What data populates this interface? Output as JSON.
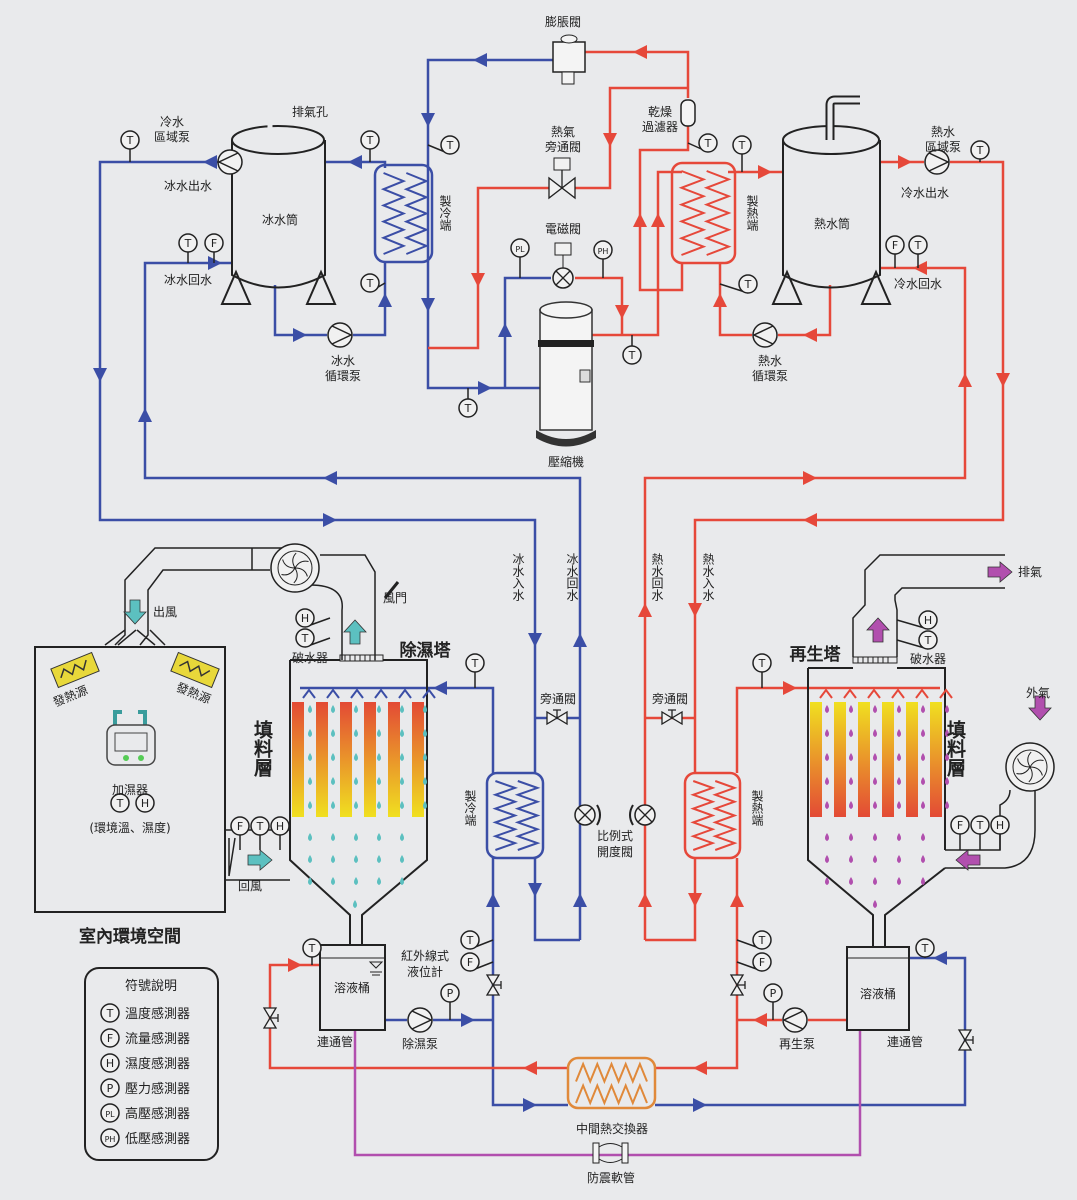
{
  "colors": {
    "chilled": "#3b4ea6",
    "hot": "#e6483a",
    "link": "#b14fae",
    "intermediate": "#e0893a",
    "cyan": "#5cc0c0",
    "magenta": "#b14fae",
    "heater": "#e8d83a",
    "background": "#e9eaec"
  },
  "symbols": {
    "T": "T",
    "F": "F",
    "H": "H",
    "P": "P",
    "PL": "PL",
    "PH": "PH"
  },
  "labels": {
    "expansion_valve": "膨脹閥",
    "vent": "排氣孔",
    "cold_tank": "冰水筒",
    "hot_tank": "熱水筒",
    "cold_zone_pump_1": "冷水",
    "cold_zone_pump_2": "區域泵",
    "chilled_out": "冰水出水",
    "chilled_return": "冰水回水",
    "cold_end": "製冷端",
    "chilled_circ_pump_1": "冰水",
    "chilled_circ_pump_2": "循環泵",
    "hot_gas_bypass_1": "熱氣",
    "hot_gas_bypass_2": "旁通閥",
    "solenoid_valve": "電磁閥",
    "dryer_1": "乾燥",
    "dryer_2": "過濾器",
    "hot_end": "製熱端",
    "hot_zone_pump_1": "熱水",
    "hot_zone_pump_2": "區域泵",
    "cool_out": "冷水出水",
    "cool_return": "冷水回水",
    "hot_circ_pump_1": "熱水",
    "hot_circ_pump_2": "循環泵",
    "compressor": "壓縮機",
    "chilled_in_v": "冰水入水",
    "chilled_return_v": "冰水回水",
    "hot_return_v": "熱水回水",
    "hot_in_v": "熱水入水",
    "air_out": "出風",
    "damper": "風門",
    "demister_left": "破水器",
    "dehumid_tower": "除濕塔",
    "heat_source_1": "發熱源",
    "heat_source_2": "發熱源",
    "packing_left": "填料層",
    "humidifier": "加濕器",
    "env_temp_hum": "(環境溫、濕度)",
    "return_air": "回風",
    "room": "室內環境空間",
    "bypass_left": "旁通閥",
    "bypass_right": "旁通閥",
    "prop_valve_1": "比例式",
    "prop_valve_2": "開度閥",
    "regen_tower": "再生塔",
    "demister_right": "破水器",
    "exhaust": "排氣",
    "outside_air": "外氣",
    "packing_right": "填料層",
    "level_gauge_1": "紅外線式",
    "level_gauge_2": "液位計",
    "solution_tank_left": "溶液桶",
    "solution_tank_right": "溶液桶",
    "dehumid_pump": "除濕泵",
    "regen_pump": "再生泵",
    "connect_pipe_left": "連通管",
    "connect_pipe_right": "連通管",
    "intermediate_hx": "中間熱交換器",
    "flex_hose": "防震軟管"
  },
  "legend": {
    "title": "符號說明",
    "items": [
      {
        "symbol": "T",
        "label": "溫度感測器"
      },
      {
        "symbol": "F",
        "label": "流量感測器"
      },
      {
        "symbol": "H",
        "label": "濕度感測器"
      },
      {
        "symbol": "P",
        "label": "壓力感測器"
      },
      {
        "symbol": "PL",
        "label": "高壓感測器"
      },
      {
        "symbol": "PH",
        "label": "低壓感測器"
      }
    ]
  }
}
